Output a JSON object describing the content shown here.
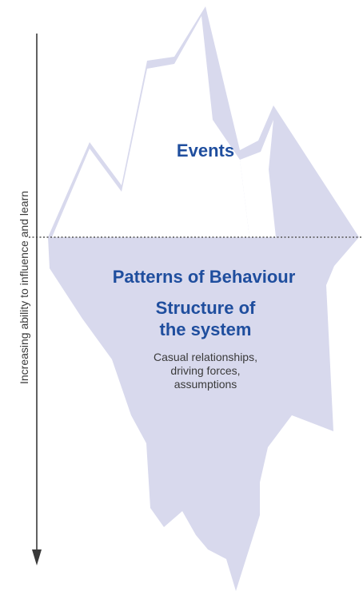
{
  "diagram": {
    "events_label": "Events",
    "patterns_label": "Patterns of Behaviour",
    "structure_label_line1": "Structure of",
    "structure_label_line2": "the system",
    "structure_details": [
      "Casual relationships,",
      "driving forces,",
      "assumptions"
    ],
    "axis_caption": "Increasing ability to influence and learn"
  },
  "colors": {
    "iceberg_fill": "#d8d9ed",
    "text_accent": "#1f4e9e",
    "arrow": "#3a3a3a",
    "waterline": "#555555"
  }
}
